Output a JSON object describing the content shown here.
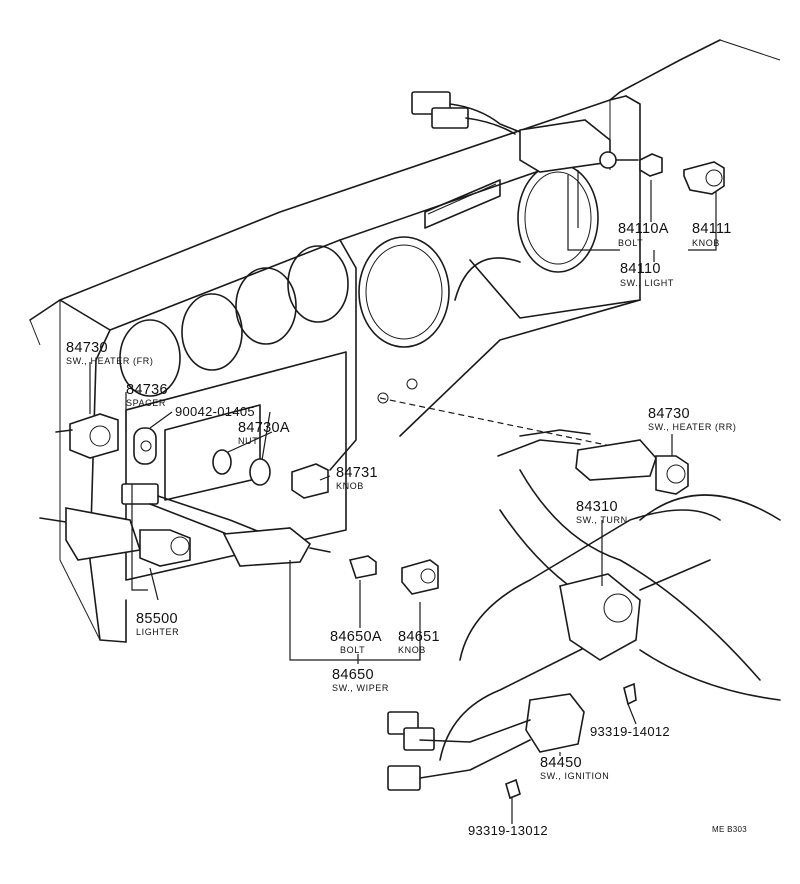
{
  "callouts": {
    "p84110A": {
      "number": "84110A",
      "name": "BOLT"
    },
    "p84111": {
      "number": "84111",
      "name": "KNOB"
    },
    "p84110": {
      "number": "84110",
      "name": "SW., LIGHT"
    },
    "p84730_fr": {
      "number": "84730",
      "name": "SW., HEATER (FR)"
    },
    "p84736": {
      "number": "84736",
      "name": "SPACER"
    },
    "p90042": {
      "number": "90042-01405"
    },
    "p84730A": {
      "number": "84730A",
      "name": "NUT"
    },
    "p84731": {
      "number": "84731",
      "name": "KNOB"
    },
    "p84730_rr": {
      "number": "84730",
      "name": "SW., HEATER (RR)"
    },
    "p84310": {
      "number": "84310",
      "name": "SW., TURN"
    },
    "p85500": {
      "number": "85500",
      "name": "LIGHTER"
    },
    "p84650A": {
      "number": "84650A",
      "name": "BOLT"
    },
    "p84651": {
      "number": "84651",
      "name": "KNOB"
    },
    "p84650": {
      "number": "84650",
      "name": "SW., WIPER"
    },
    "p93319_14012": {
      "number": "93319-14012"
    },
    "p84450": {
      "number": "84450",
      "name": "SW., IGNITION"
    },
    "p93319_13012": {
      "number": "93319-13012"
    }
  },
  "drawing_code": "ME B303"
}
